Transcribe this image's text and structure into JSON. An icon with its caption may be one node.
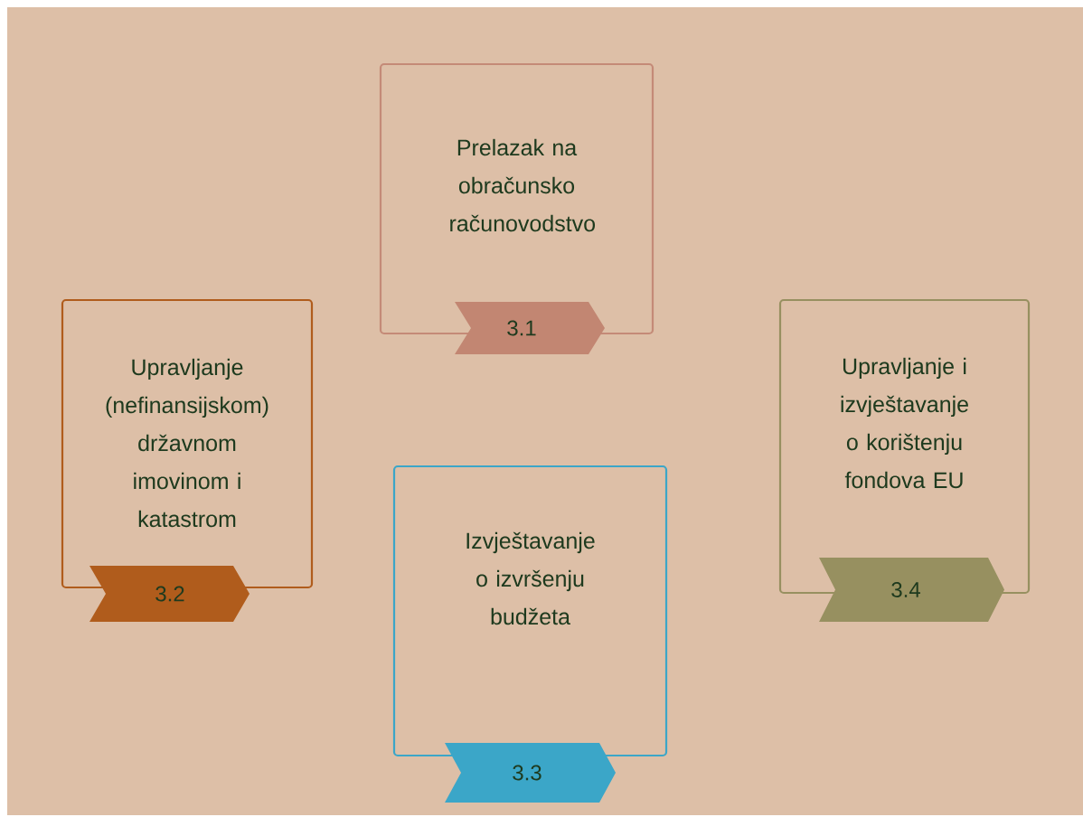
{
  "diagram": {
    "nodes": [
      {
        "text": [
          "Prelazak na obračunsko računovodstvo"
        ]
      },
      {
        "text": [
          "3.1"
        ]
      },
      {
        "text": [
          "Upravljanje (nefinansijskom) državnom imovinom i katastrom"
        ]
      },
      {
        "text": [
          "3.2"
        ]
      },
      {
        "text": [
          "Izvještavanje o izvršenju budžeta"
        ]
      },
      {
        "text": [
          "3.3"
        ]
      },
      {
        "text": [
          "Upravljanje i izvještavanje o korištenju fondova EU"
        ]
      },
      {
        "text": [
          "3.4"
        ]
      }
    ]
  }
}
